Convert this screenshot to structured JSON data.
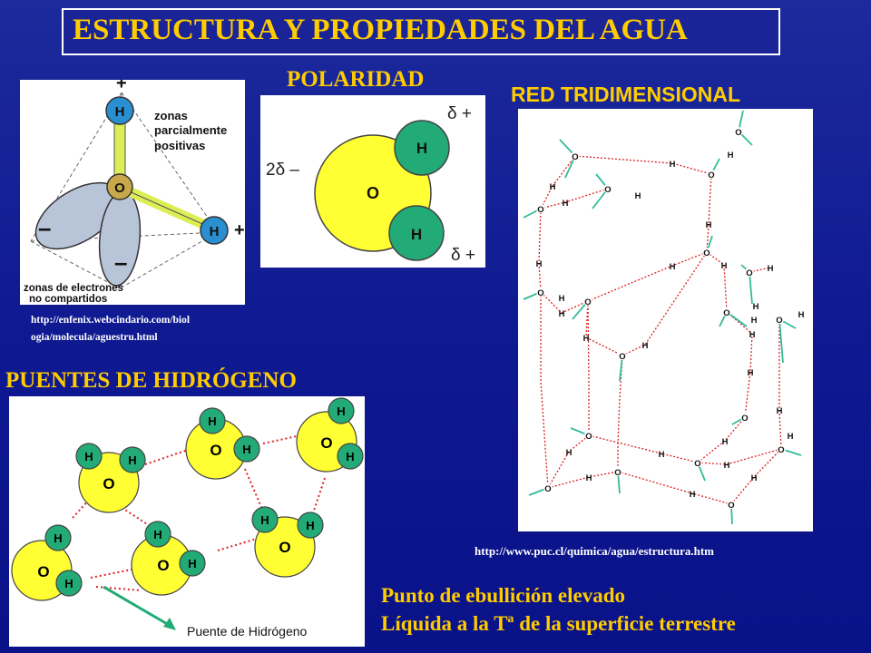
{
  "title": "ESTRUCTURA Y PROPIEDADES DEL AGUA",
  "headings": {
    "polaridad": "POLARIDAD",
    "red": "RED TRIDIMENSIONAL",
    "puentes": "PUENTES DE HIDRÓGENO"
  },
  "tetra": {
    "plus_top": "+",
    "plus_right": "+",
    "h": "H",
    "o": "O",
    "minus": "–",
    "zonas_pos_1": "zonas",
    "zonas_pos_2": "parcialmente",
    "zonas_pos_3": "positivas",
    "zonas_e_1": "zonas de electrones",
    "zonas_e_2": "no compartidos"
  },
  "url_1_line1": "http://enfenix.webcindario.com/biol",
  "url_1_line2": "ogia/molecula/aguestru.html",
  "polaridad": {
    "delta_plus": "δ +",
    "two_delta_minus": "2δ –",
    "o": "O",
    "h": "H"
  },
  "lattice_labels": {
    "o": "O",
    "h": "H"
  },
  "url_2": "http://www.puc.cl/quimica/agua/estructura.htm",
  "bonds": {
    "o": "O",
    "h": "H",
    "caption": "Puente de Hidrógeno"
  },
  "properties": [
    "Punto de ebullición elevado",
    "Líquida a la Tª de la superficie terrestre"
  ],
  "colors": {
    "background": "#1424a0",
    "title": "#ffcc00",
    "oxygen_fill": "#ffff33",
    "hydrogen_fill": "#22aa77",
    "bond_dotted": "#dd2222",
    "lattice_bond": "#33bb99"
  }
}
